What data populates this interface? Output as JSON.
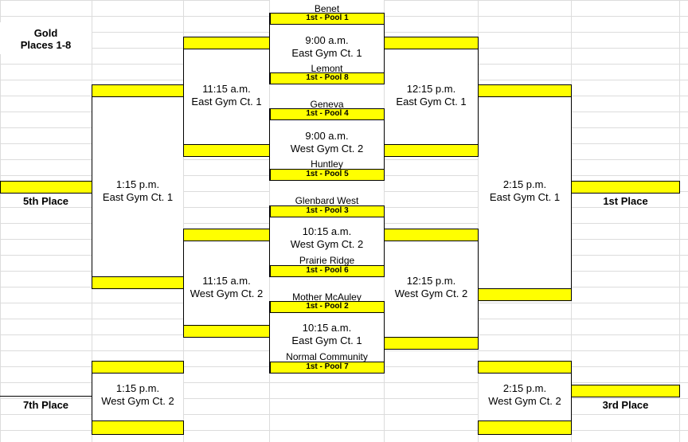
{
  "header": {
    "line1": "Gold",
    "line2": "Places 1-8"
  },
  "teams": {
    "benet": "Benet",
    "lemont": "Lemont",
    "geneva": "Geneva",
    "huntley": "Huntley",
    "glenbard_west": "Glenbard West",
    "prairie_ridge": "Prairie Ridge",
    "mother_mcauley": "Mother McAuley",
    "normal_community": "Normal Community"
  },
  "seeds": {
    "p1": "1st - Pool 1",
    "p8": "1st - Pool 8",
    "p4": "1st - Pool 4",
    "p5": "1st - Pool 5",
    "p3": "1st - Pool 3",
    "p6": "1st - Pool 6",
    "p2": "1st - Pool 2",
    "p7": "1st - Pool 7"
  },
  "games": {
    "q1": {
      "time": "9:00 a.m.",
      "court": "East Gym Ct. 1"
    },
    "q2": {
      "time": "9:00 a.m.",
      "court": "West Gym Ct. 2"
    },
    "q3": {
      "time": "10:15 a.m.",
      "court": "West Gym Ct. 2"
    },
    "q4": {
      "time": "10:15 a.m.",
      "court": "East Gym Ct. 1"
    },
    "cl_top": {
      "time": "11:15 a.m.",
      "court": "East Gym Ct. 1"
    },
    "cl_bot": {
      "time": "11:15 a.m.",
      "court": "West Gym Ct. 2"
    },
    "s_top": {
      "time": "12:15 p.m.",
      "court": "East Gym Ct. 1"
    },
    "s_bot": {
      "time": "12:15 p.m.",
      "court": "West Gym Ct. 2"
    },
    "fifth": {
      "time": "1:15 p.m.",
      "court": "East Gym Ct. 1"
    },
    "seventh": {
      "time": "1:15 p.m.",
      "court": "West Gym Ct. 2"
    },
    "final": {
      "time": "2:15 p.m.",
      "court": "East Gym Ct. 1"
    },
    "third": {
      "time": "2:15 p.m.",
      "court": "West Gym Ct. 2"
    }
  },
  "places": {
    "fifth": "5th Place",
    "seventh": "7th Place",
    "first": "1st Place",
    "third": "3rd Place"
  },
  "colors": {
    "highlight": "#ffff00",
    "grid": "#dcdcdc"
  }
}
